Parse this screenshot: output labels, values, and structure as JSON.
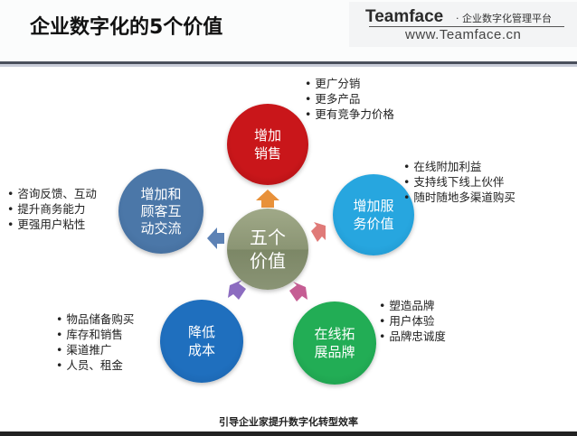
{
  "header": {
    "title": "企业数字化的5个价值",
    "brand_name": "Teamface",
    "brand_tagline": "· 企业数字化管理平台",
    "brand_url": "www.Teamface.cn"
  },
  "diagram": {
    "center": {
      "line1": "五个",
      "line2": "价值",
      "color": "#8b9574"
    },
    "nodes": [
      {
        "id": "sales",
        "line1": "增加",
        "line2": "销售",
        "color": "#c9161a",
        "bullets": [
          "更广分销",
          "更多产品",
          "更有竞争力价格"
        ]
      },
      {
        "id": "service",
        "line1": "增加服",
        "line2": "务价值",
        "color": "#27a6df",
        "bullets": [
          "在线附加利益",
          "支持线下线上伙伴",
          "随时随地多渠道购买"
        ]
      },
      {
        "id": "brand",
        "line1": "在线拓",
        "line2": "展品牌",
        "color": "#22ad55",
        "bullets": [
          "塑造品牌",
          "用户体验",
          "品牌忠诚度"
        ]
      },
      {
        "id": "cost",
        "line1": "降低",
        "line2": "成本",
        "color": "#1f6fbe",
        "bullets": [
          "物品储备购买",
          "库存和销售",
          "渠道推广",
          "人员、租金"
        ]
      },
      {
        "id": "interaction",
        "line1": "增加和",
        "line2": "顾客互",
        "line3": "动交流",
        "color": "#4b77a8",
        "bullets": [
          "咨询反馈、互动",
          "提升商务能力",
          "更强用户粘性"
        ]
      }
    ],
    "arrow_colors": {
      "up": "#e8913a",
      "right": "#e07a78",
      "down_right": "#c55d93",
      "down_left": "#8c6cc0",
      "left": "#5d82b5"
    }
  },
  "footer": {
    "caption": "引导企业家提升数字化转型效率"
  }
}
